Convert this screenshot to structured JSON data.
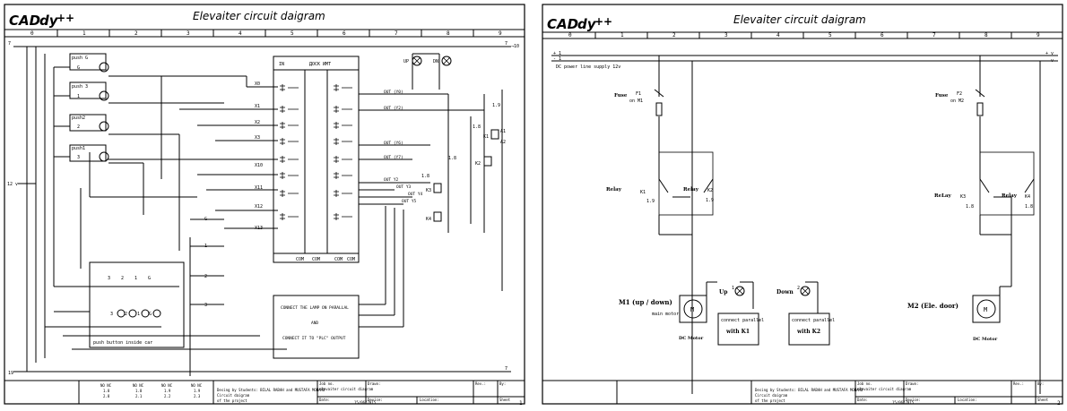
{
  "sheets": [
    {
      "logo": "CAD",
      "logo_swirl": "dy",
      "logo_plus": "++",
      "title": "Elevaiter circuit daigram",
      "columns": [
        "0",
        "1",
        "2",
        "3",
        "4",
        "5",
        "6",
        "7",
        "8",
        "9"
      ],
      "top_bus": "7",
      "top_bus_right": "7",
      "top_bus_arrow": "→10",
      "bottom_bus": "19",
      "bottom_bus_right": "7",
      "supply_label": "12 v",
      "push_labels": [
        "push G",
        "G",
        "push 3",
        "1",
        "push2",
        "2",
        "push1",
        "3"
      ],
      "plc_header_left": "IN",
      "plc_header_right": "ДОСК ИМТ",
      "plc_inputs": [
        "X0",
        "X1",
        "X2",
        "X3",
        "X10",
        "X11",
        "X12",
        "X13"
      ],
      "plc_outputs": [
        "OUT (Y0)",
        "OUT (Y2)",
        "OUT (Y6)",
        "OUT (Y7)",
        "OUT Y2",
        "OUT Y3",
        "OUT Y4",
        "OUT Y5"
      ],
      "plc_bottom": [
        "COM",
        "COM",
        "COM",
        "COM"
      ],
      "lamp_up": "UP",
      "lamp_dn": "DN",
      "relays": [
        "K1",
        "K2",
        "K3",
        "K4"
      ],
      "relay_coils": [
        "A1",
        "A2"
      ],
      "relay_refs": [
        "1.9",
        "1.8",
        "1.8",
        "1.8"
      ],
      "car_buttons": [
        "3",
        "2",
        "1",
        "G"
      ],
      "car_lamps": [
        "3",
        "2",
        "1",
        "G"
      ],
      "car_label": "push button inside car",
      "side_switches": [
        "G",
        "1",
        "2",
        "3"
      ],
      "note_lines": [
        "CONNECT THE LAMP ON PARALLAL",
        "AND",
        "CONNECT IT TO   \"PLC\" OUTPUT"
      ],
      "tb_indexes": [
        "NO NC",
        "NO NC",
        "NO NC",
        "NO NC"
      ],
      "tb_refs": [
        "1.8",
        "1.8",
        "1.9",
        "1.9"
      ],
      "tb_refs2": [
        "2.8",
        "2.1",
        "2.2",
        "2.3"
      ],
      "design_line1": "Desing by Students: BILAL RABAH and MUSTAFA MOHAMD",
      "design_line2": "Circuit daigram",
      "design_line3": "of the project",
      "job_label": "Job no.",
      "job_value": "elevaiter circuit diagram",
      "drawn_label": "Drawn:",
      "date_label": "Date:",
      "date_value": "15/06/2015",
      "device_label": "Device:",
      "location_label": "Location:",
      "rev_label": "Rev.:",
      "by_label": "By:",
      "sheet_label": "Sheet",
      "sheet_no": "1"
    },
    {
      "logo": "CAD",
      "logo_swirl": "dy",
      "logo_plus": "++",
      "title": "Elevaiter circuit daigram",
      "columns": [
        "0",
        "1",
        "2",
        "3",
        "4",
        "5",
        "6",
        "7",
        "8",
        "9"
      ],
      "plus_v": "+ v",
      "minus_v": "- v",
      "supply_text": "DC power line supply 12v",
      "left_plus": "+ 1",
      "left_minus": "- 1",
      "fuse1_label": "Fuse",
      "fuse1_ref": "F1",
      "fuse1_sub": "on M1",
      "fuse2_label": "Fuse",
      "fuse2_ref": "F2",
      "fuse2_sub": "on M2",
      "relay_a_label": "Relay",
      "relay_a_ref": "K1",
      "relay_a_pos": "1.9",
      "relay_b_label": "Relay",
      "relay_b_ref": "K2",
      "relay_b_pos": "1.9",
      "relay_c_label": "ReLay",
      "relay_c_ref": "K3",
      "relay_c_pos": "1.8",
      "relay_d_label": "Relay",
      "relay_d_ref": "K4",
      "relay_d_pos": "1.8",
      "motor1_label": "M1 (up / down)",
      "motor1_sub": "main motor",
      "motor1_type": "DC Motor",
      "motor2_label": "M2 (Ele. door)",
      "motor2_type": "DC Motor",
      "motor_symbol": "M",
      "up_label": "Up",
      "up_sup": "1",
      "down_label": "Down",
      "down_sup": "2",
      "box1_line1": "connect parallel",
      "box1_line2": "with K1",
      "box2_line1": "connect parallel",
      "box2_line2": "with K2",
      "design_line1": "Desing by Students: BILAL RABAH and MUSTAFA MOHAMD",
      "design_line2": "Circuit daigram",
      "design_line3": "of the project",
      "job_label": "Job no.",
      "job_value": "elevaiter circuit diagram",
      "drawn_label": "Drawn:",
      "date_label": "Date:",
      "date_value": "15/06/2015",
      "device_label": "Device:",
      "location_label": "Location:",
      "rev_label": "Rev.:",
      "by_label": "By:",
      "sheet_label": "Sheet",
      "sheet_no": "2"
    }
  ]
}
